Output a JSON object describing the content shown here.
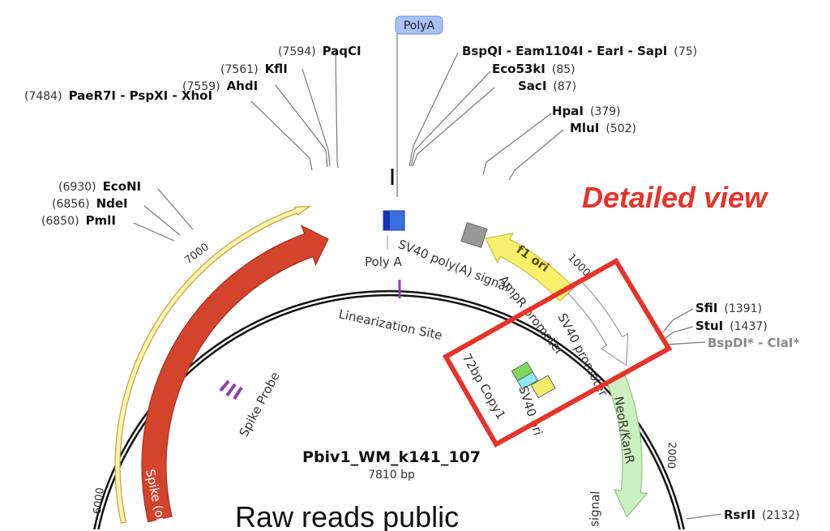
{
  "map": {
    "name": "Pbiv1_WM_k141_107",
    "length": "7810 bp",
    "total_bp": 7810
  },
  "annotation": {
    "detailed_view": "Detailed view",
    "bottom_text": "Raw reads public",
    "color": "#e8322a"
  },
  "ticks": [
    "1000",
    "2000",
    "6000",
    "7000"
  ],
  "enzymes": [
    {
      "name": "PaqCI",
      "pos": "(7594)"
    },
    {
      "name": "KflI",
      "pos": "(7561)"
    },
    {
      "name": "AhdI",
      "pos": "(7559)"
    },
    {
      "name": "PaeR7I - PspXI - XhoI",
      "pos": "(7484)"
    },
    {
      "name": "EcoNI",
      "pos": "(6930)"
    },
    {
      "name": "NdeI",
      "pos": "(6856)"
    },
    {
      "name": "PmlI",
      "pos": "(6850)"
    },
    {
      "name": "BspQI - Eam1104I - EarI - SapI",
      "pos": "(75)"
    },
    {
      "name": "Eco53kI",
      "pos": "(85)"
    },
    {
      "name": "SacI",
      "pos": "(87)"
    },
    {
      "name": "HpaI",
      "pos": "(379)"
    },
    {
      "name": "MluI",
      "pos": "(502)"
    },
    {
      "name": "SfiI",
      "pos": "(1391)"
    },
    {
      "name": "StuI",
      "pos": "(1437)"
    },
    {
      "name": "BspDI* - ClaI*",
      "pos": ""
    },
    {
      "name": "RsrII",
      "pos": "(2132)"
    }
  ],
  "features": {
    "polya_tag": "PolyA",
    "poly_a": "Poly A",
    "sv40_polya": "SV40 poly(A) signal",
    "f1_ori": "f1 ori",
    "amp_promoter": "AmpR promoter",
    "sv40_promoter": "SV40 promoter",
    "linearization": "Linearization Site",
    "spike_probe": "Spike Probe",
    "copy": "72bp Copy1",
    "sv40_ori": "SV40 ori",
    "neo": "NeoR/KanR",
    "signal": "signal",
    "spike": "Spike (ori"
  }
}
